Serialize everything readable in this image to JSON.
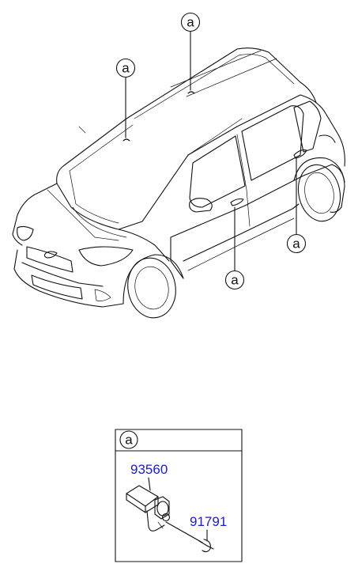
{
  "callouts": {
    "roof": "a",
    "windshield": "a",
    "front_door_handle": "a",
    "rear_door_handle": "a"
  },
  "detail_box": {
    "header_label": "a",
    "parts": [
      {
        "number": "93560"
      },
      {
        "number": "91791"
      }
    ]
  },
  "colors": {
    "line": "#111111",
    "part_number": "#1a1adc",
    "background": "#ffffff"
  }
}
